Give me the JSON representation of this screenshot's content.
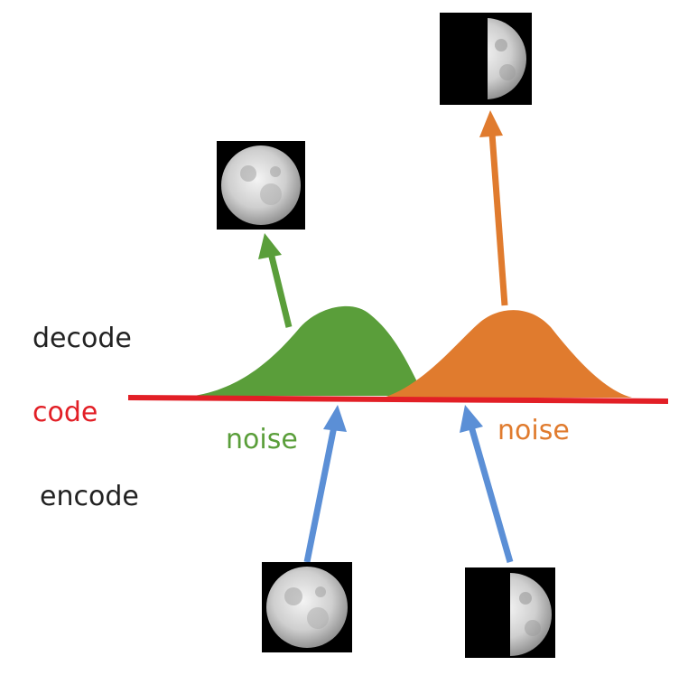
{
  "labels": {
    "decode": "decode",
    "code": "code",
    "encode": "encode",
    "noise_left": "noise",
    "noise_right": "noise"
  },
  "colors": {
    "code_line": "#e21f26",
    "green": "#5a9e3a",
    "orange": "#e07b2e",
    "blue": "#5b8fd6",
    "text": "#222222"
  },
  "images": {
    "encode_full": "full-moon-image",
    "encode_half": "half-moon-image",
    "decode_full": "full-moon-image",
    "decode_half": "half-moon-image"
  }
}
